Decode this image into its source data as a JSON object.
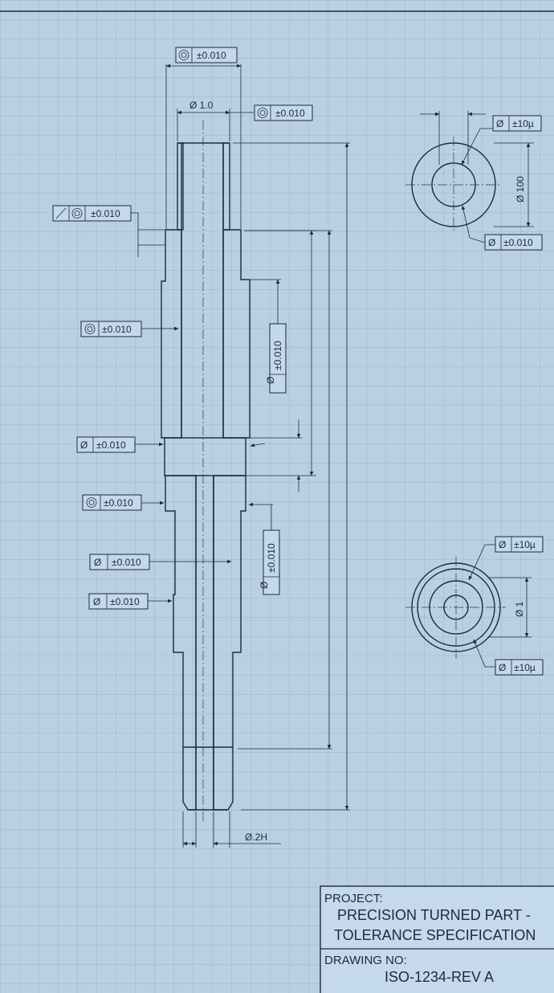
{
  "tolerance": {
    "top_concentricity": "±0.010",
    "bore_concentricity": "±0.010",
    "flange_runout": "±0.010",
    "body_concentricity": "±0.010",
    "body_vertical": "±0.010",
    "collar_diameter": "±0.010",
    "lower_concentricity": "±0.010",
    "lower_diameter_1": "±0.010",
    "lower_diameter_2": "±0.010",
    "lower_vertical": "±0.010",
    "section_a_outer": "±10µ",
    "section_a_inner": "±0.010",
    "section_b_outer": "±10µ",
    "section_b_inner": "±10µ"
  },
  "dimensions": {
    "top_diameter": "Ø 1.0",
    "section_a_diameter": "Ø 100",
    "section_b_diameter": "Ø 1",
    "bottom_fit": "Ø.2H"
  },
  "symbols": {
    "diameter": "Ø",
    "concentricity": "concentricity-symbol",
    "runout": "runout-symbol"
  },
  "title_block": {
    "project_label": "PROJECT:",
    "project_line1": "PRECISION TURNED PART -",
    "project_line2": "TOLERANCE SPECIFICATION",
    "drawing_label": "DRAWING NO:",
    "drawing_number": "ISO-1234-REV A"
  },
  "colors": {
    "paper": "#b9d0e4",
    "ink": "#1e2a36"
  }
}
